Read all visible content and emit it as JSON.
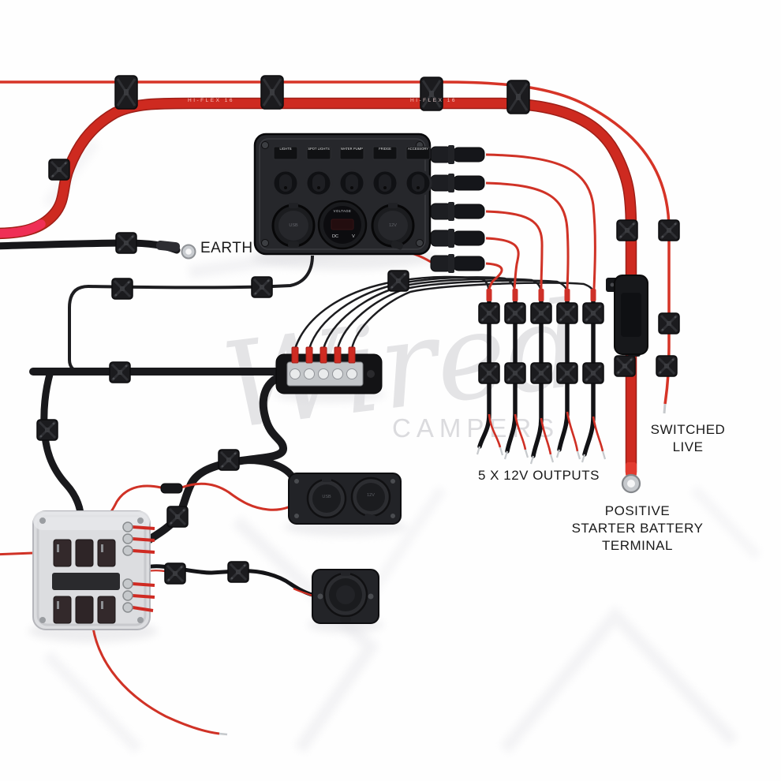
{
  "page": {
    "background": "#ffffff"
  },
  "watermark": {
    "script": "Wired",
    "caption": "CAMPERS",
    "color": "#e3e3e5"
  },
  "annotations": {
    "earth": "EARTH",
    "outputs": "5 X 12V OUTPUTS",
    "switched_live": "SWITCHED\nLIVE",
    "positive_terminal": "POSITIVE\nSTARTER BATTERY\nTERMINAL"
  },
  "cable_print": "HI-FLEX 16",
  "switch_panel": {
    "switches": [
      "LIGHTS",
      "SPOT LIGHTS",
      "WATER PUMP",
      "FRIDGE",
      "ACCESSORY"
    ],
    "usb_label": "USB",
    "voltmeter_top": "VOLTAGE",
    "voltmeter_dc": "DC",
    "voltmeter_v": "V",
    "socket_label": "12V"
  },
  "dual_socket": {
    "left_label": "USB",
    "right_label": "12V"
  },
  "counts": {
    "outputs": 5,
    "panel_switches": 5,
    "fuse_box_ways": 6
  },
  "colors": {
    "positive_red": "#cf2a22",
    "wire_red": "#d23527",
    "bright_red_sleeve": "#ef2f56",
    "cable_black": "#18181b",
    "mount_black": "#1a1a1d",
    "busbar_silver": "#c3c6c9",
    "label_text": "#1a1a1a",
    "watermark_gray": "#e3e3e5"
  }
}
